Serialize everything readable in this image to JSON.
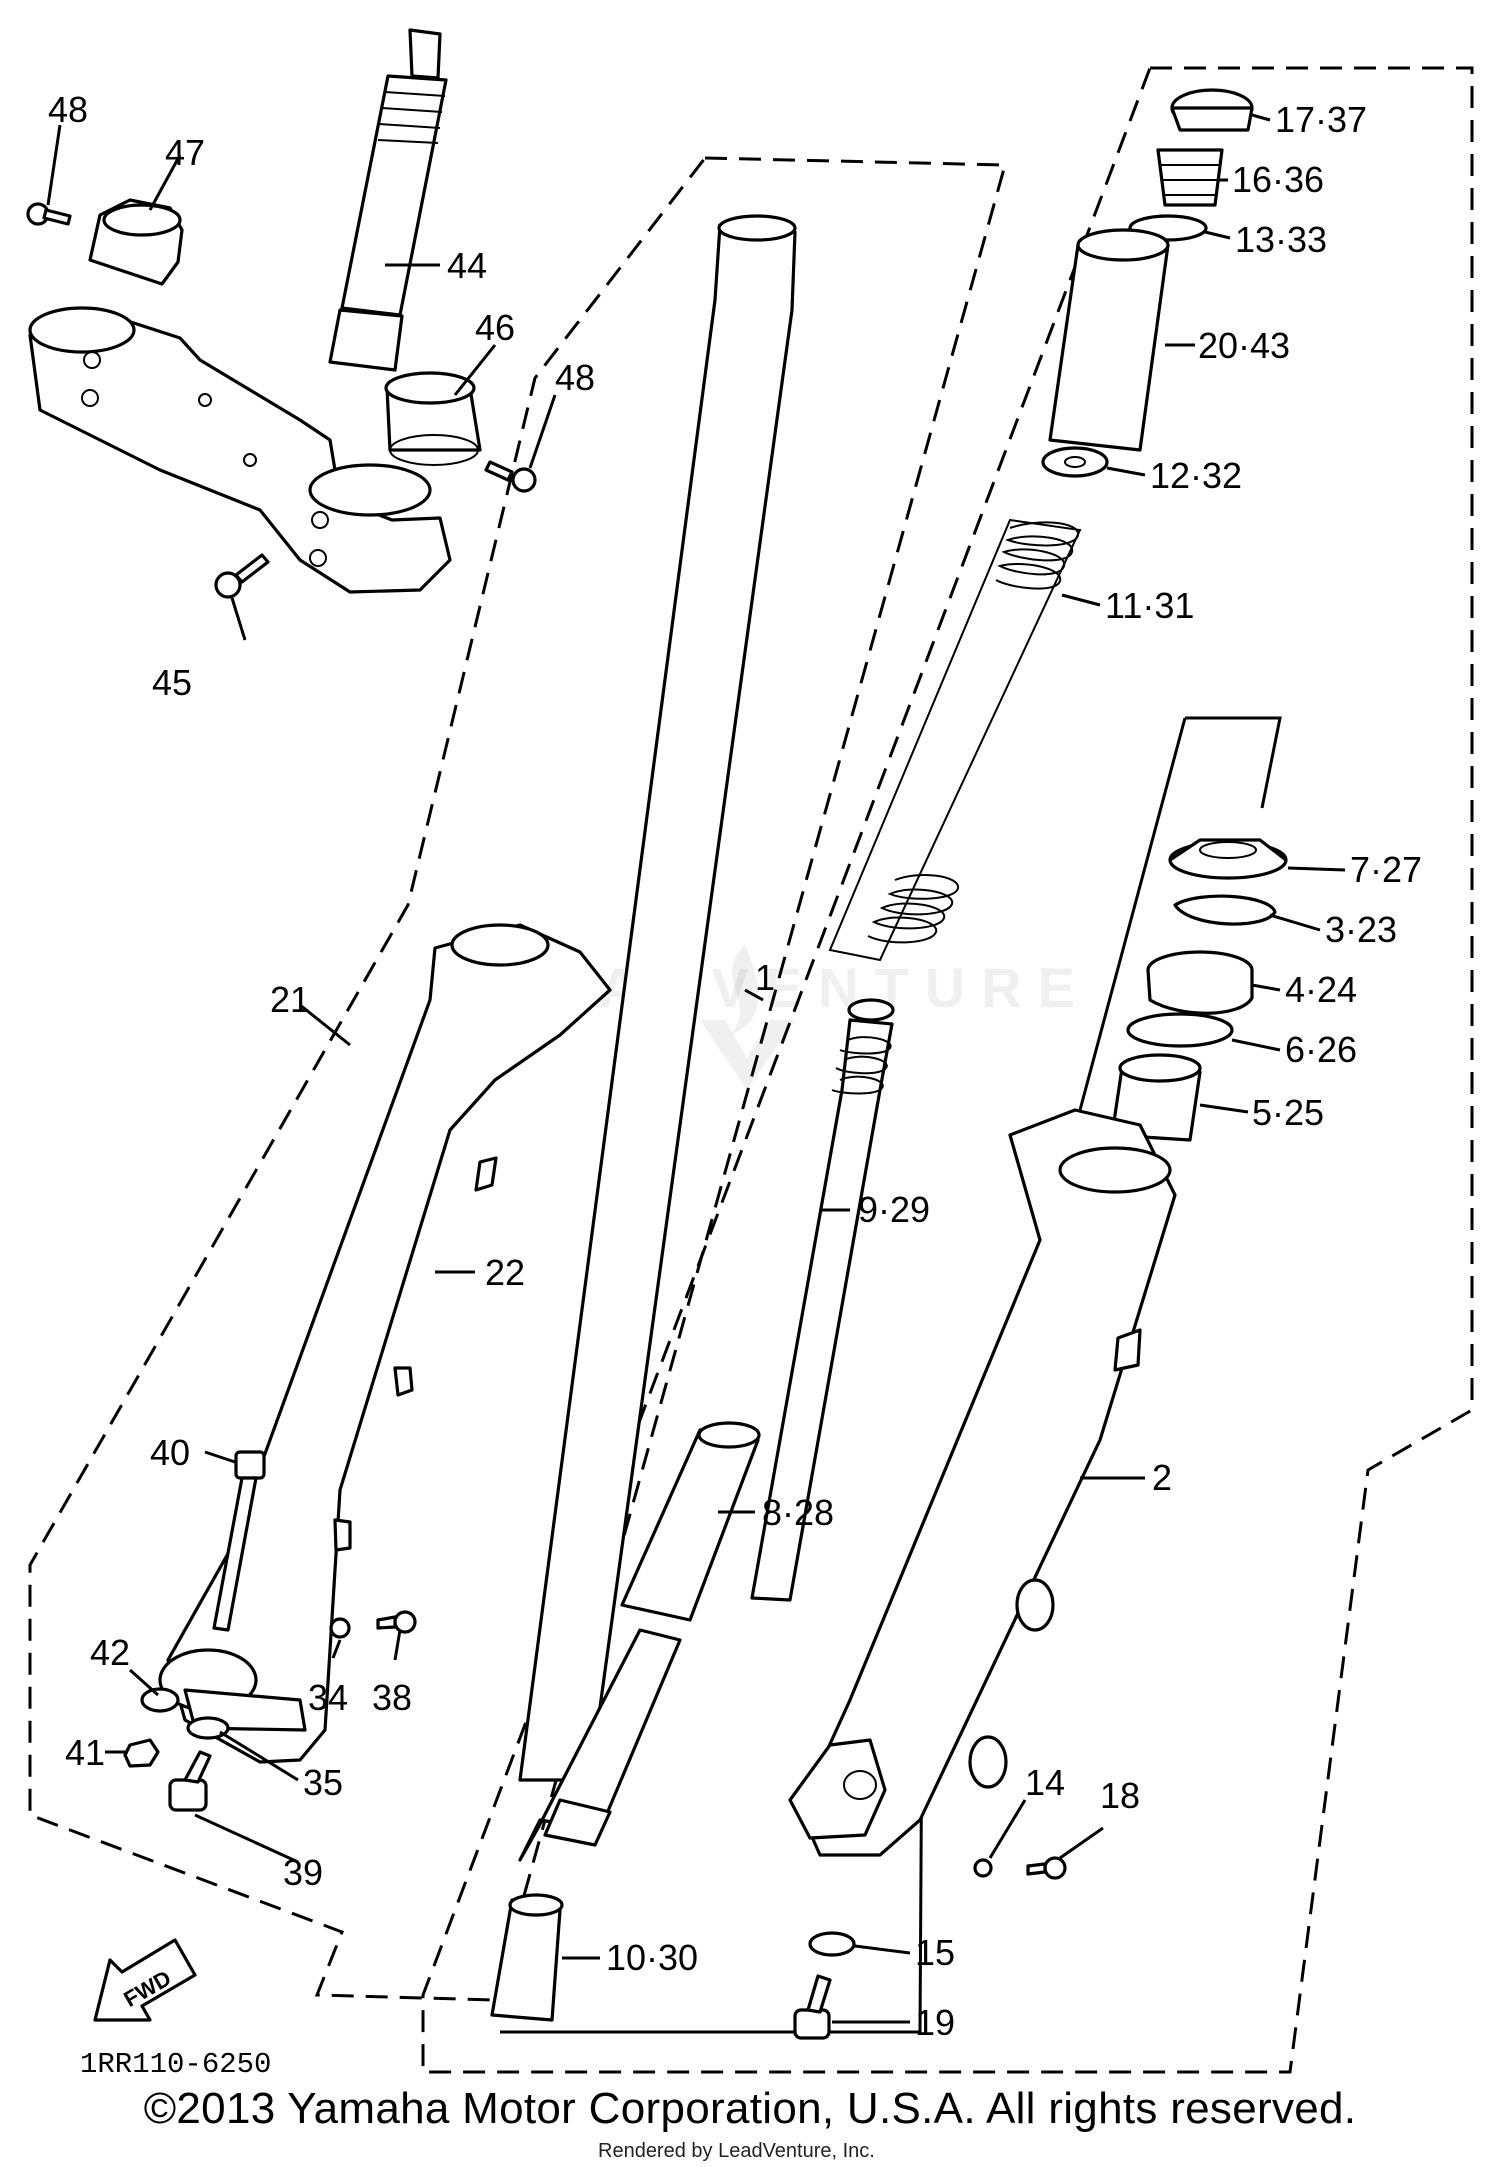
{
  "diagram": {
    "code": "1RR110-6250",
    "copyright": "©2013 Yamaha Motor Corporation, U.S.A. All rights reserved.",
    "rendered_by": "Rendered by LeadVenture, Inc.",
    "watermark": "LEADVENTURE",
    "fwd_label": "FWD",
    "callouts": {
      "c48a": "48",
      "c47": "47",
      "c44": "44",
      "c46": "46",
      "c48b": "48",
      "c45": "45",
      "c21": "21",
      "c22": "22",
      "c40": "40",
      "c42": "42",
      "c41": "41",
      "c34": "34",
      "c38": "38",
      "c35": "35",
      "c39": "39",
      "c1": "1",
      "c9_29": "9·29",
      "c8_28": "8·28",
      "c10_30": "10·30",
      "c17_37": "17·37",
      "c16_36": "16·36",
      "c13_33": "13·33",
      "c20_43": "20·43",
      "c12_32": "12·32",
      "c11_31": "11·31",
      "c7_27": "7·27",
      "c3_23": "3·23",
      "c4_24": "4·24",
      "c6_26": "6·26",
      "c5_25": "5·25",
      "c2": "2",
      "c14": "14",
      "c18": "18",
      "c15": "15",
      "c19": "19"
    }
  }
}
